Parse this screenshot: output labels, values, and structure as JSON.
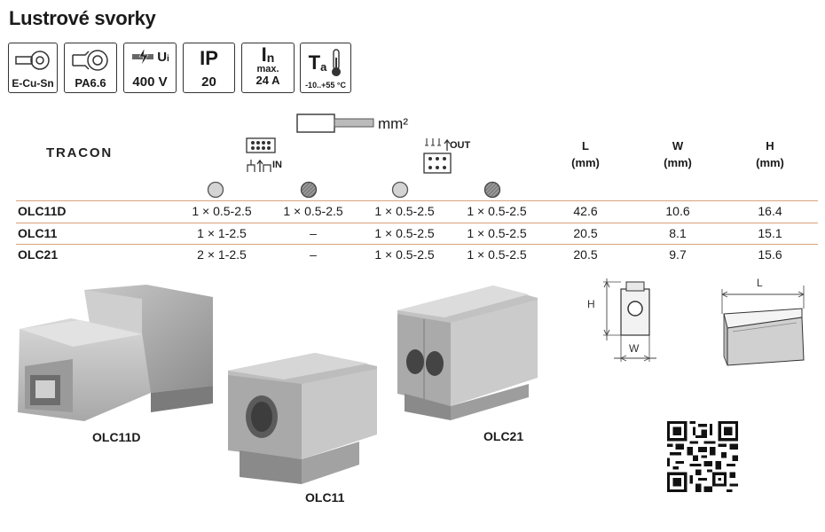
{
  "title": "Lustrové svorky",
  "symbols": {
    "material": "E-Cu-Sn",
    "insulation": "PA6.6",
    "voltage_symbol": "U",
    "voltage_sub": "i",
    "voltage": "400 V",
    "ip_label": "IP",
    "ip_value": "20",
    "current_symbol": "I",
    "current_sub": "n",
    "current_max": "max.",
    "current_value": "24 A",
    "temp_symbol": "T",
    "temp_sub": "a",
    "temp_range": "-10..+55 °C"
  },
  "table": {
    "brand": "TRACON",
    "unit": "mm²",
    "in_label": "IN",
    "out_label": "OUT",
    "headers": {
      "L": "L",
      "L_unit": "(mm)",
      "W": "W",
      "W_unit": "(mm)",
      "H": "H",
      "H_unit": "(mm)"
    },
    "rows": [
      {
        "name": "OLC11D",
        "c1": "1 × 0.5-2.5",
        "c2": "1 × 0.5-2.5",
        "c3": "1 × 0.5-2.5",
        "c4": "1 × 0.5-2.5",
        "L": "42.6",
        "W": "10.6",
        "H": "16.4"
      },
      {
        "name": "OLC11",
        "c1": "1 × 1-2.5",
        "c2": "–",
        "c3": "1 × 0.5-2.5",
        "c4": "1 × 0.5-2.5",
        "L": "20.5",
        "W": "8.1",
        "H": "15.1"
      },
      {
        "name": "OLC21",
        "c1": "2 × 1-2.5",
        "c2": "–",
        "c3": "1 × 0.5-2.5",
        "c4": "1 × 0.5-2.5",
        "L": "20.5",
        "W": "9.7",
        "H": "15.6"
      }
    ]
  },
  "products": {
    "olc11d": "OLC11D",
    "olc11": "OLC11",
    "olc21": "OLC21"
  },
  "dimensions": {
    "H": "H",
    "W": "W",
    "L": "L"
  },
  "icons": [
    "ring-terminal-icon",
    "ring-terminal-outline-icon",
    "voltage-lightning-icon",
    "thermometer-icon",
    "solid-wire-icon",
    "stranded-wire-icon",
    "qr-code-icon"
  ]
}
